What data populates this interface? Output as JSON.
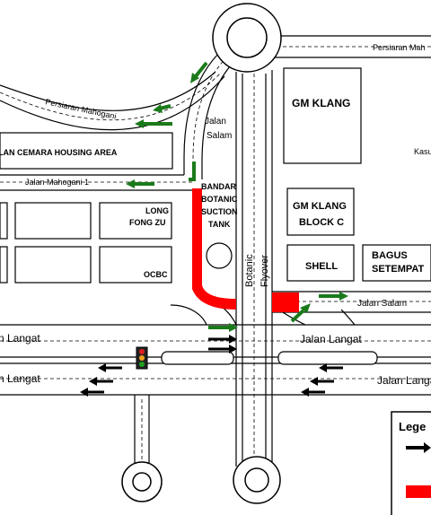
{
  "streets": {
    "persiaran_mahogani_ne": "Persiaran Mah",
    "persiaran_mahogani": "Persiaran Mahogani",
    "jalan_salam_north_1": "Jalan",
    "jalan_salam_north_2": "Salam",
    "jalan_mahogani_1": "Jalan Mahogani 1",
    "jalan_salam_east": "Jalan Salam",
    "jalan_langat_west_top": "n Langat",
    "jalan_langat_mid": "Jalan Langat",
    "jalan_langat_west_bottom": "n Langat",
    "jalan_langat_east": "Jalan Langa",
    "botanic_flyover_1": "Botanic",
    "botanic_flyover_2": "Flyover",
    "kasu": "Kasu"
  },
  "blocks": {
    "cemara": "LAN CEMARA HOUSING AREA",
    "bandar_1": "BANDAR",
    "bandar_2": "BOTANIC",
    "bandar_3": "SUCTION",
    "bandar_4": "TANK",
    "long_fong_1": "LONG",
    "long_fong_2": "FONG ZU",
    "ocbc": "OCBC",
    "gm_klang": "GM KLANG",
    "gm_klang_c_1": "GM KLANG",
    "gm_klang_c_2": "BLOCK C",
    "shell": "SHELL",
    "bagus_1": "BAGUS",
    "bagus_2": "SETEMPAT"
  },
  "legend": {
    "title": "Lege"
  },
  "colors": {
    "closure_red": "#ff0000",
    "diversion_green": "#1a7a1a",
    "traffic_black": "#000000",
    "traffic_light_red": "#e02020",
    "traffic_light_amber": "#f0a020",
    "traffic_light_green": "#20a020"
  },
  "icons": {
    "traffic_light": "traffic-light-icon",
    "arrow_black": "black-arrow-icon",
    "arrow_green": "green-arrow-icon"
  }
}
